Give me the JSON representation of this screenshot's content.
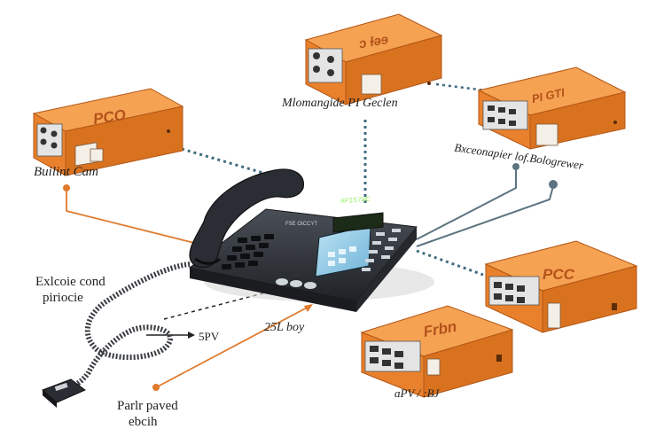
{
  "colors": {
    "box_top": "#f39a4a",
    "box_front": "#e9812c",
    "box_side": "#c9661d",
    "box_edge": "#b35616",
    "phone_body": "#2f3237",
    "screen": "#8ecbe8",
    "dash_blue": "#3f6b80",
    "orange_line": "#e07a2d",
    "grey_line": "#5d7480"
  },
  "devices": {
    "top_left_box": {
      "brand": "PCO",
      "caption": "Builint Cam"
    },
    "top_center_box": {
      "brand": "ɔ ƚǝɘ",
      "caption": "Mlomangide PI Geclen"
    },
    "top_right_box": {
      "brand": "PI GTI",
      "caption": "Bxceonapier lof.Bologrewer"
    },
    "right_box": {
      "brand": "PCC"
    },
    "bottom_box": {
      "brand": "Frbn",
      "caption": "ɑPV / :BJ"
    }
  },
  "phone": {
    "screen_text": "HPI57WC",
    "label_text": "FSE OICCYT"
  },
  "labels": {
    "left_top_line1": "Exlcoie cond",
    "left_top_line2": "piriocie",
    "spv": "5PV",
    "center_bottom": "25L boy",
    "left_bottom_line1": "Parlr paved",
    "left_bottom_line2": "ebcih"
  }
}
